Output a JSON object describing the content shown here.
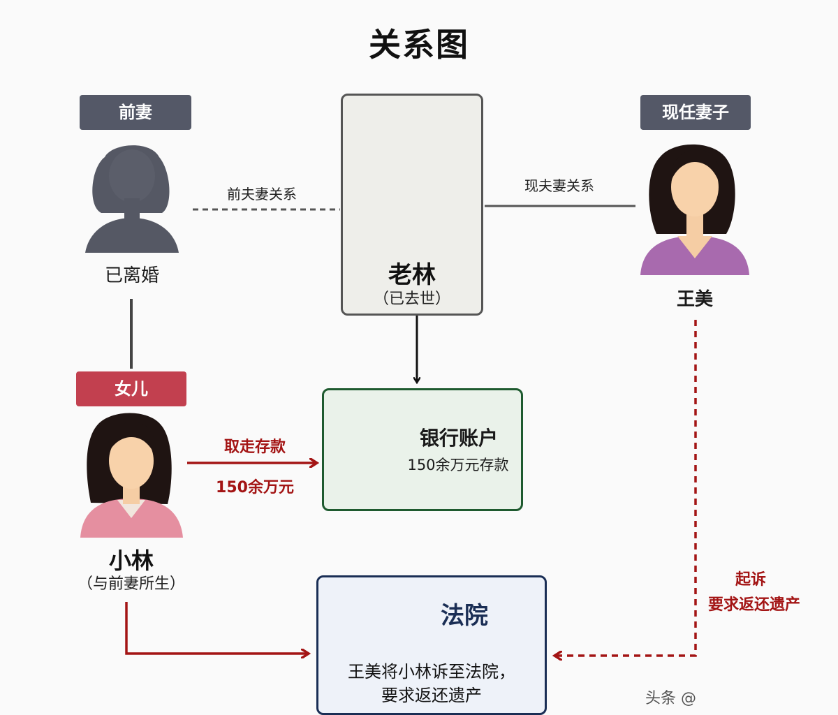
{
  "title": "关系图",
  "people": {
    "ex_wife": {
      "tag": "前妻",
      "status": "已离婚"
    },
    "old_lin": {
      "name": "老林",
      "note": "（已去世）"
    },
    "wife": {
      "tag": "现任妻子",
      "name": "王美"
    },
    "daughter": {
      "tag": "女儿",
      "name": "小林",
      "note": "（与前妻所生）"
    }
  },
  "relations": {
    "former": "前夫妻关系",
    "current": "现夫妻关系"
  },
  "withdrawal": {
    "action": "取走存款",
    "amount": "150余万元"
  },
  "bank": {
    "title": "银行账户",
    "subtitle": "150余万元存款"
  },
  "lawsuit": {
    "line1": "起诉",
    "line2": "要求返还遗产"
  },
  "court": {
    "title": "法院",
    "text_line1": "王美将小林诉至法院，",
    "text_line2": "要求返还遗产"
  },
  "watermark": "头条 @",
  "colors": {
    "tag_dark": "#545867",
    "tag_red": "#c2404f",
    "arrow_red": "#a31414",
    "bank_green": "#1e5a2f",
    "court_navy": "#1a2e55"
  }
}
